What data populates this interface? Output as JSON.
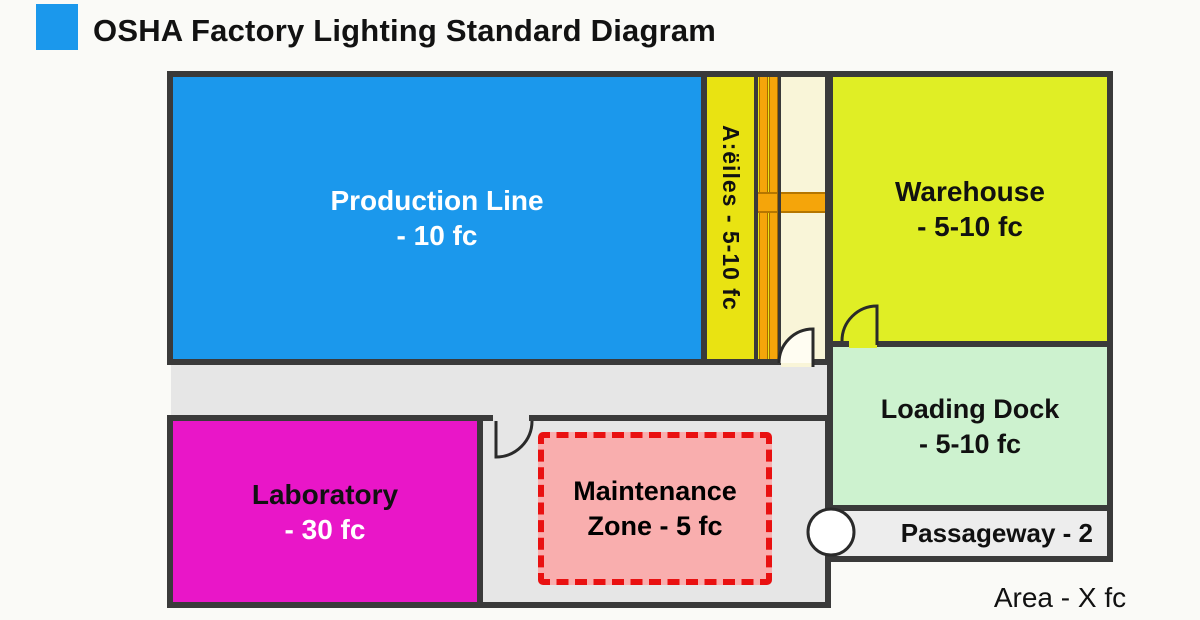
{
  "header": {
    "title": "OSHA Factory Lighting Standard Diagram",
    "accent_color": "#1B98EC"
  },
  "rooms": {
    "production": {
      "name": "Production Line",
      "value": "- 10 fc",
      "color": "#1B98EC"
    },
    "aisles": {
      "label": "A:ëiles - 5-10 fc",
      "color": "#E9E312"
    },
    "warehouse": {
      "name": "Warehouse",
      "value": "- 5-10 fc",
      "color": "#E0EE25"
    },
    "loading_dock": {
      "name": "Loading Dock",
      "value": "- 5-10 fc",
      "color": "#CDF2CF"
    },
    "laboratory": {
      "name": "Laboratory",
      "value": "- 30 fc",
      "color": "#E916C8"
    },
    "maintenance_zone": {
      "name": "Maintenance",
      "value": "Zone - 5 fc",
      "color": "#F9AEAE",
      "border_color": "#E91111"
    },
    "passageway": {
      "label": "Passageway - 2",
      "color": "#EDEDED"
    }
  },
  "circulation": {
    "corridor_color": "#E6E6E6",
    "cream_corridor_color": "#F9F5D8",
    "aisle_stripe_color": "#F5A50A",
    "wall_color": "#3A3A3A"
  },
  "legend": {
    "area_label": "Area - X fc"
  }
}
